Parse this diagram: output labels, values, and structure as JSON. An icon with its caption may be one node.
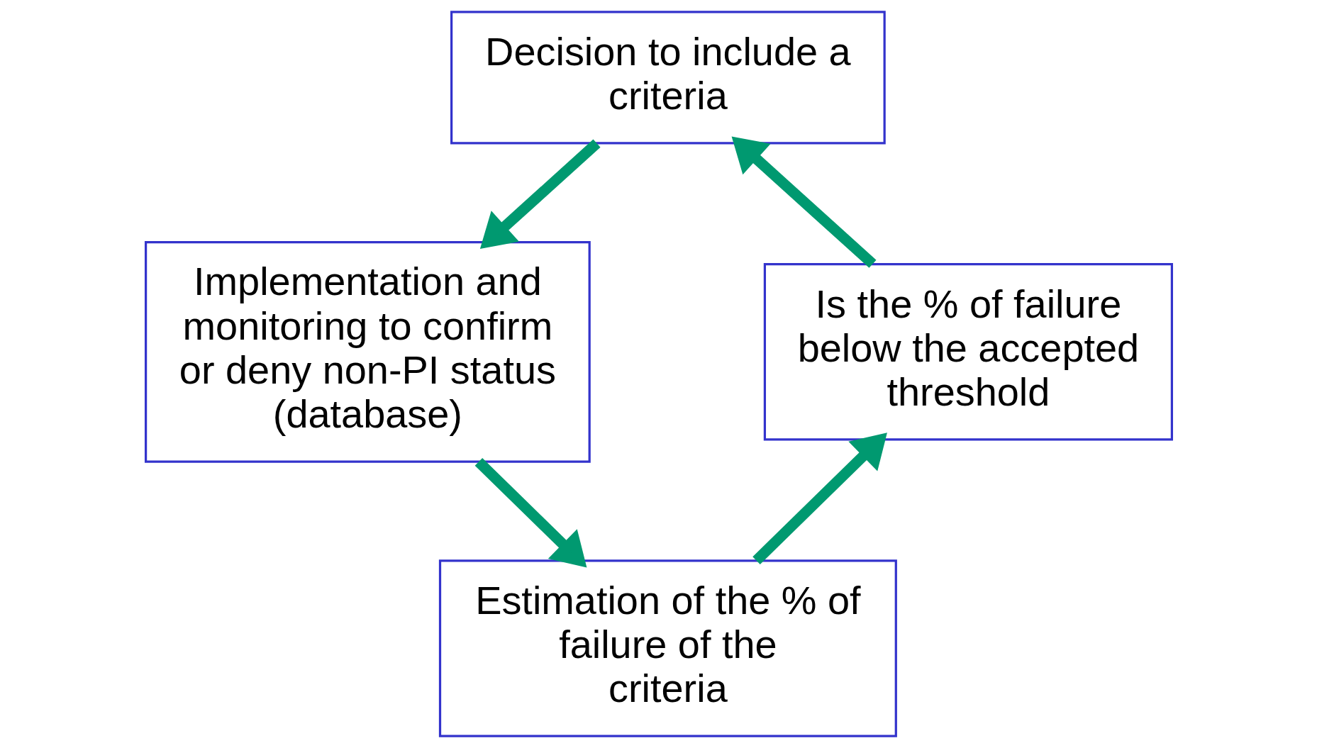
{
  "diagram": {
    "nodes": [
      {
        "text": [
          "Decision to include a criteria"
        ]
      },
      {
        "text": [
          "Implementation and monitoring to confirm or deny non-PI status (database)"
        ]
      },
      {
        "text": [
          "Estimation of the % of failure of the criteria"
        ]
      },
      {
        "text": [
          "Is the % of failure below the accepted threshold"
        ]
      }
    ],
    "edges": [
      {
        "from": 0,
        "to": 1,
        "arrow": "to"
      },
      {
        "from": 1,
        "to": 2,
        "arrow": "to"
      },
      {
        "from": 2,
        "to": 3,
        "arrow": "to"
      },
      {
        "from": 3,
        "to": 0,
        "arrow": "to"
      }
    ]
  }
}
